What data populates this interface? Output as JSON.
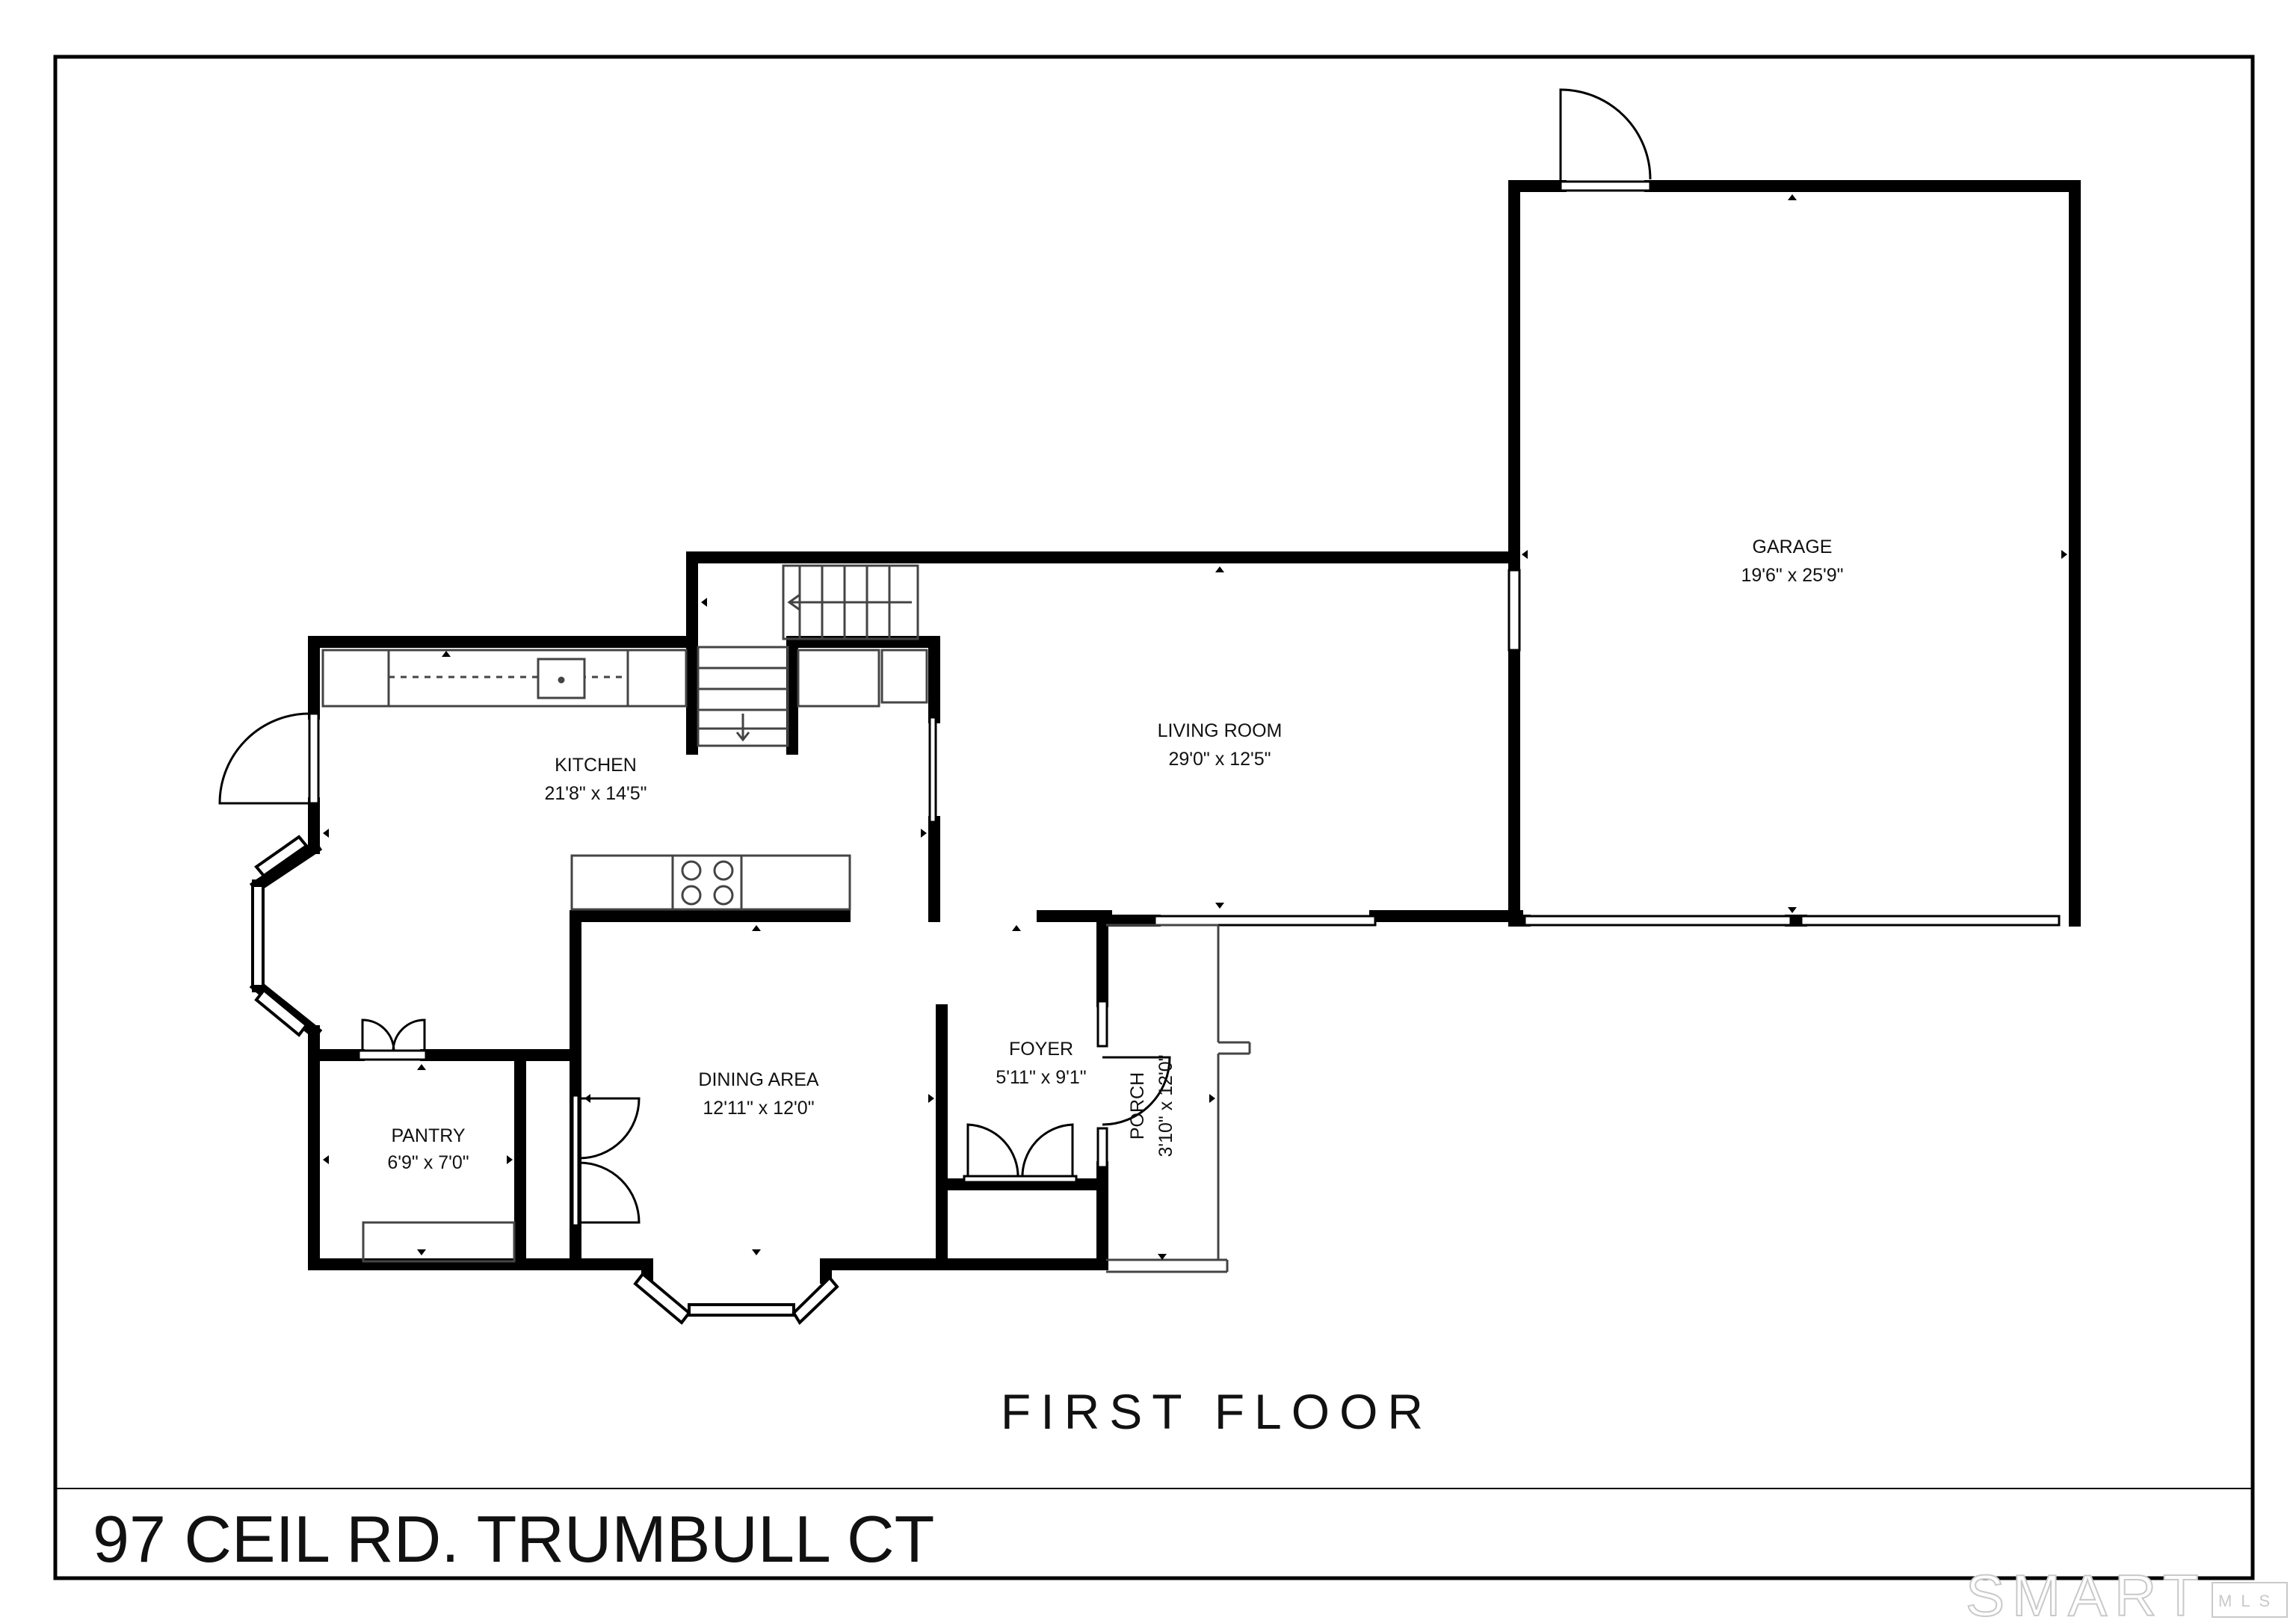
{
  "plan": {
    "floor_title": "FIRST FLOOR",
    "address": "97 CEIL RD. TRUMBULL CT",
    "watermark": {
      "main": "SMART",
      "small": "MLS"
    },
    "rooms": {
      "garage": {
        "name": "GARAGE",
        "dims": "19'6\" x 25'9\""
      },
      "living_room": {
        "name": "LIVING ROOM",
        "dims": "29'0\" x 12'5\""
      },
      "kitchen": {
        "name": "KITCHEN",
        "dims": "21'8\" x 14'5\""
      },
      "dining_area": {
        "name": "DINING AREA",
        "dims": "12'11\" x 12'0\""
      },
      "foyer": {
        "name": "FOYER",
        "dims": "5'11\" x 9'1\""
      },
      "pantry": {
        "name": "PANTRY",
        "dims": "6'9\" x 7'0\""
      },
      "porch": {
        "name": "PORCH",
        "dims": "3'10\" x 12'0\""
      }
    },
    "colors": {
      "wall": "#000000",
      "fixture": "#555555",
      "background": "#ffffff"
    }
  }
}
